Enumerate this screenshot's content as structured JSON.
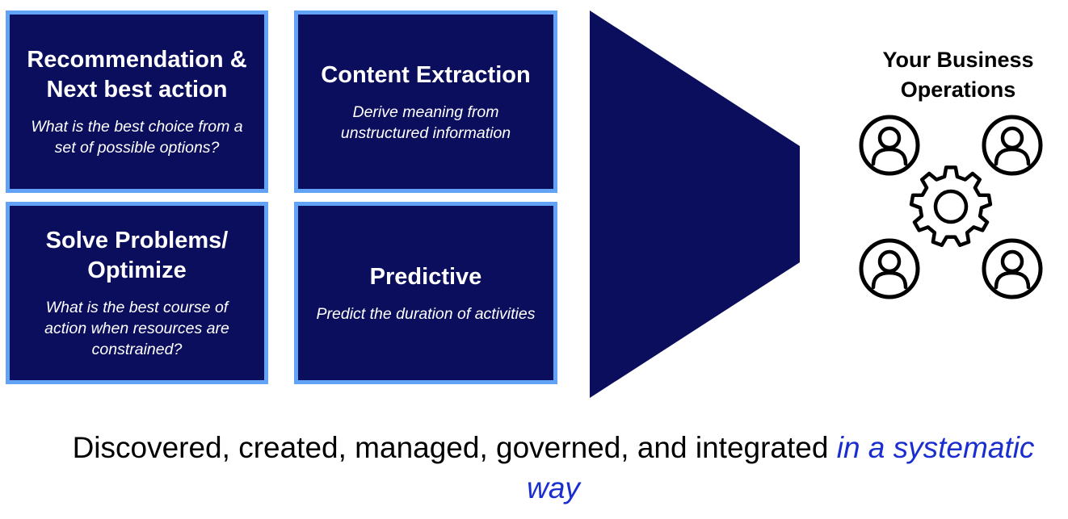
{
  "cards": [
    {
      "title_line1": "Recommendation &",
      "title_line2": "Next best action",
      "description": "What is the best choice from a set of possible options?"
    },
    {
      "title_line1": "Content Extraction",
      "title_line2": "",
      "description": "Derive meaning from unstructured information"
    },
    {
      "title_line1": "Solve Problems/",
      "title_line2": "Optimize",
      "description": "What is the best course of action when resources are constrained?"
    },
    {
      "title_line1": "Predictive",
      "title_line2": "",
      "description": "Predict the duration of activities"
    }
  ],
  "operations": {
    "title_line1": "Your Business",
    "title_line2": "Operations",
    "icons": [
      "user-icon",
      "user-icon",
      "gear-icon",
      "user-icon",
      "user-icon"
    ]
  },
  "tagline": {
    "main": "Discovered, created, managed, governed, and integrated ",
    "accent": "in a systematic way"
  },
  "colors": {
    "card_fill": "#0a0e5c",
    "card_border": "#63a3f5",
    "funnel": "#0a0e5c",
    "accent_text": "#1a2ecf"
  }
}
